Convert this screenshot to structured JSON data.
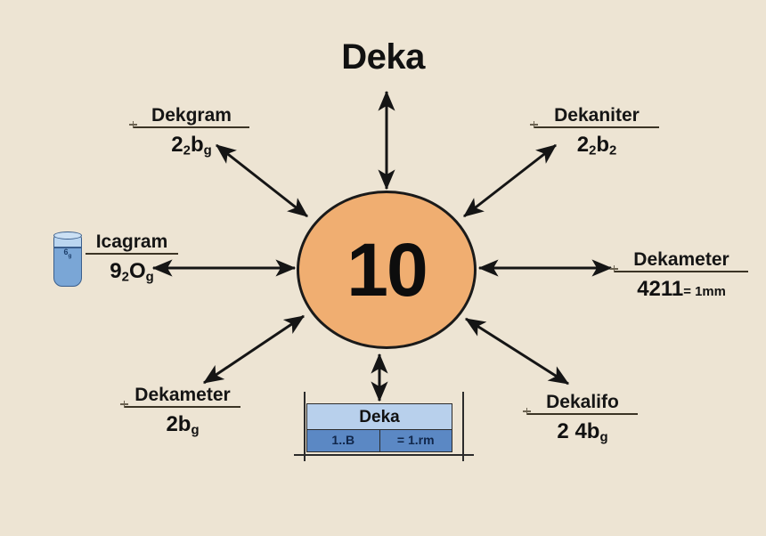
{
  "title": "Deka",
  "theme": {
    "background": "#EDE4D3",
    "circle_fill": "#F0AE71",
    "circle_stroke": "#1a1a1a",
    "text": "#111111",
    "table_header_fill": "#B8D0EC",
    "table_row_fill": "#5B88C4",
    "cylinder_fill": "#7AA6D6",
    "cylinder_stroke": "#3a5e8c"
  },
  "center": {
    "value": "10"
  },
  "labels": {
    "top_left": {
      "numerator": "Dekgram",
      "denominator_main": "2",
      "denominator_sub": "2",
      "denominator_tail": "b",
      "denominator_tail_sub": "g"
    },
    "top_right": {
      "numerator": "Dekaniter",
      "denominator_main": "2",
      "denominator_sub": "2",
      "denominator_tail": "b",
      "denominator_tail_sub": "2"
    },
    "left": {
      "numerator": "Icagram",
      "denominator_main": "9",
      "denominator_sub": "2",
      "denominator_tail": "O",
      "denominator_tail_sub": "g"
    },
    "right": {
      "numerator": "Dekameter",
      "denominator_main": "4211",
      "denominator_sub": "",
      "denominator_tail": "",
      "denominator_tail_sub": "",
      "denominator_eq": "= 1mm"
    },
    "bottom_left": {
      "numerator": "Dekameter",
      "denominator_main": "2",
      "denominator_sub": "",
      "denominator_tail": "b",
      "denominator_tail_sub": "g"
    },
    "bottom_right": {
      "numerator": "Dekalifo",
      "denominator_main": "2 4",
      "denominator_sub": "",
      "denominator_tail": "b",
      "denominator_tail_sub": "g"
    }
  },
  "cylinder_icon": {
    "label_main": "6",
    "label_sub": "g"
  },
  "bottom_table": {
    "header": "Deka",
    "cell_left": "1..B",
    "cell_right": "= 1.rm"
  },
  "connectors": [
    {
      "name": "connector-top",
      "direction": "both"
    },
    {
      "name": "connector-top-left",
      "direction": "both"
    },
    {
      "name": "connector-top-right",
      "direction": "both"
    },
    {
      "name": "connector-left",
      "direction": "both"
    },
    {
      "name": "connector-right",
      "direction": "both"
    },
    {
      "name": "connector-bottom-left",
      "direction": "both"
    },
    {
      "name": "connector-bottom-right",
      "direction": "both"
    },
    {
      "name": "connector-bottom",
      "direction": "both"
    }
  ]
}
